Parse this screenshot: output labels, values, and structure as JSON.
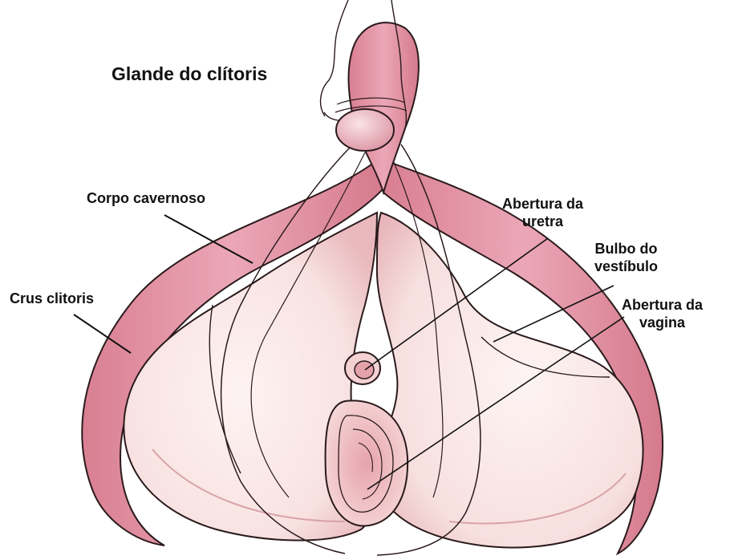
{
  "labels": {
    "glans": "Glande do clítoris",
    "corpus_cavernosum": "Corpo cavernoso",
    "crus": "Crus clitoris",
    "urethra_opening": [
      "Abertura da",
      "uretra"
    ],
    "vestibular_bulb": [
      "Bulbo do",
      "vestíbulo"
    ],
    "vaginal_opening": [
      "Abertura da",
      "vagina"
    ]
  },
  "colors": {
    "clitoris_body": "#e69aab",
    "clitoris_shade": "#c9707f",
    "bulb": "#fbeaea",
    "bulb_shade": "#efc9c9",
    "outline": "#2a1a1c"
  }
}
